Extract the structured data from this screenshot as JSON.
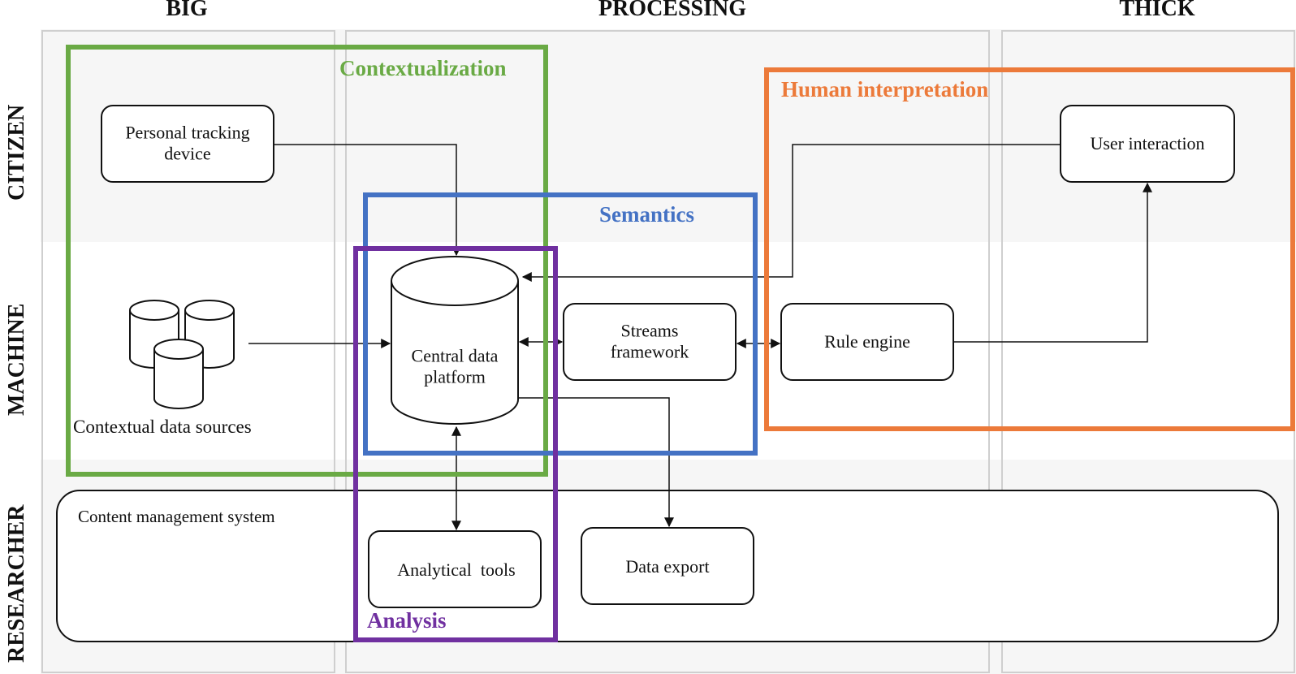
{
  "columns": {
    "big": "BIG",
    "processing": "PROCESSING",
    "thick": "THICK"
  },
  "rows": {
    "citizen": "CITIZEN",
    "machine": "MACHINE",
    "researcher": "RESEARCHER"
  },
  "groups": {
    "contextualization": {
      "label": "Contextualization",
      "color": "#6aaa45"
    },
    "human_interpretation": {
      "label": "Human interpretation",
      "color": "#ec7a3a"
    },
    "semantics": {
      "label": "Semantics",
      "color": "#4472c4"
    },
    "analysis": {
      "label": "Analysis",
      "color": "#7030a0"
    }
  },
  "nodes": {
    "personal_tracking": {
      "line1": "Personal tracking",
      "line2": "device"
    },
    "user_interaction": {
      "label": "User interaction"
    },
    "contextual_sources": {
      "label": "Contextual data sources"
    },
    "central_platform": {
      "line1": "Central data",
      "line2": "platform"
    },
    "streams": {
      "line1": "Streams",
      "line2": "framework"
    },
    "rule_engine": {
      "label": "Rule engine"
    },
    "cms": {
      "label": "Content management system"
    },
    "analytical_tools": {
      "label": "Analytical  tools"
    },
    "data_export": {
      "label": "Data export"
    }
  }
}
